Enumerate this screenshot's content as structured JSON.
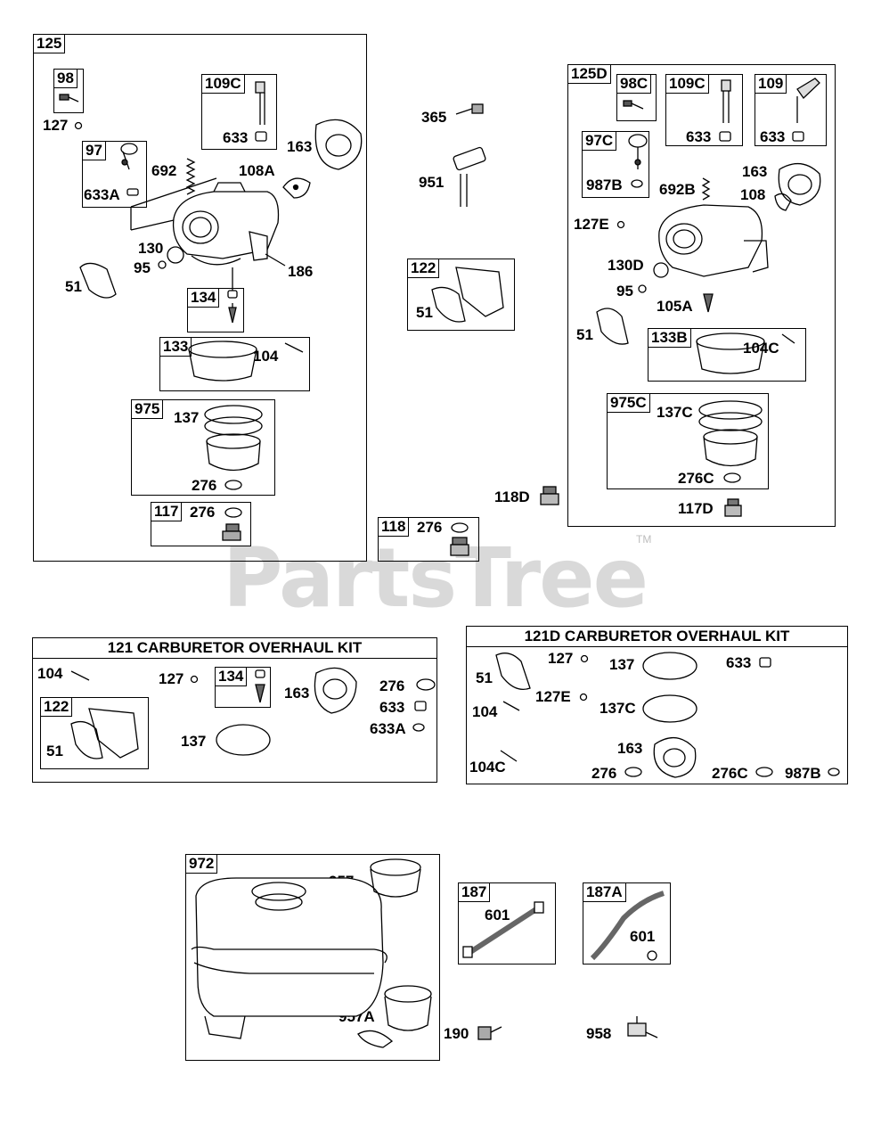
{
  "watermark": {
    "text": "PartsTree",
    "tm": "TM"
  },
  "group_125": {
    "header": "125",
    "boxes": {
      "b98": "98",
      "b97": "97",
      "b109c": "109C",
      "b134": "134",
      "b133": "133",
      "b975": "975",
      "b117": "117"
    },
    "labels": {
      "l127": "127",
      "l633a": "633A",
      "l633": "633",
      "l163": "163",
      "l692": "692",
      "l108a": "108A",
      "l130": "130",
      "l95": "95",
      "l186": "186",
      "l51": "51",
      "l104": "104",
      "l137": "137",
      "l276a": "276",
      "l276b": "276"
    }
  },
  "middle": {
    "labels": {
      "l365": "365",
      "l951": "951",
      "l51": "51",
      "l118d": "118D",
      "l276": "276"
    },
    "boxes": {
      "b122": "122",
      "b118": "118"
    }
  },
  "group_125d": {
    "header": "125D",
    "boxes": {
      "b98c": "98C",
      "b109c": "109C",
      "b109": "109",
      "b97c": "97C",
      "b133b": "133B",
      "b975c": "975C"
    },
    "labels": {
      "l633a": "633",
      "l633b": "633",
      "l987b": "987B",
      "l692b": "692B",
      "l163": "163",
      "l108": "108",
      "l127e": "127E",
      "l130d": "130D",
      "l95": "95",
      "l105a": "105A",
      "l51": "51",
      "l104c": "104C",
      "l137c": "137C",
      "l276c": "276C",
      "l117d": "117D"
    }
  },
  "kit_121": {
    "title": "121 CARBURETOR OVERHAUL KIT",
    "boxes": {
      "b134": "134",
      "b122": "122"
    },
    "labels": {
      "l104": "104",
      "l127": "127",
      "l163": "163",
      "l276": "276",
      "l633": "633",
      "l633a": "633A",
      "l51": "51",
      "l137": "137"
    }
  },
  "kit_121d": {
    "title": "121D CARBURETOR OVERHAUL KIT",
    "labels": {
      "l51": "51",
      "l127": "127",
      "l137": "137",
      "l633": "633",
      "l127e": "127E",
      "l104": "104",
      "l137c": "137C",
      "l163": "163",
      "l104c": "104C",
      "l276": "276",
      "l276c": "276C",
      "l987b": "987B"
    }
  },
  "tank": {
    "header": "972",
    "labels": {
      "l957": "957",
      "l957a": "957A"
    },
    "boxes": {
      "b187": "187",
      "b187a": "187A"
    },
    "other_labels": {
      "l601a": "601",
      "l601b": "601",
      "l190": "190",
      "l958": "958"
    }
  }
}
